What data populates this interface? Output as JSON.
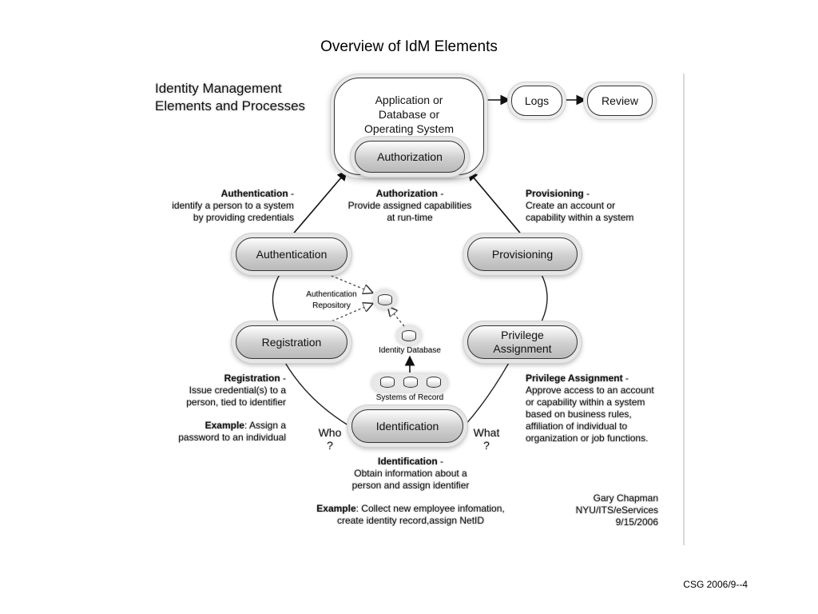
{
  "slide": {
    "title": "Overview of IdM Elements",
    "footer": "CSG 2006/9--4"
  },
  "diagram": {
    "heading_line1": "Identity Management",
    "heading_line2": "Elements and Processes",
    "app_box": {
      "line1": "Application or",
      "line2": "Database or",
      "line3": "Operating System"
    },
    "nodes": {
      "authorization": "Authorization",
      "logs": "Logs",
      "review": "Review",
      "authentication": "Authentication",
      "provisioning": "Provisioning",
      "registration": "Registration",
      "privilege_line1": "Privilege",
      "privilege_line2": "Assignment",
      "identification": "Identification"
    },
    "repository": {
      "auth_repo_line1": "Authentication",
      "auth_repo_line2": "Repository",
      "identity_db": "Identity Database",
      "systems_of_record": "Systems of Record"
    },
    "questions": {
      "who": "Who",
      "who_mark": "?",
      "what": "What",
      "what_mark": "?"
    },
    "descriptions": {
      "authentication": {
        "term": "Authentication",
        "suffix": " -",
        "line2": "identify a person to a system",
        "line3": "by providing credentials"
      },
      "authorization": {
        "term": "Authorization",
        "suffix": " -",
        "line2": "Provide assigned capabilities",
        "line3": "at run-time"
      },
      "provisioning": {
        "term": "Provisioning",
        "suffix": " -",
        "line2": "Create an account or",
        "line3": "capability within a system"
      },
      "registration": {
        "term": "Registration",
        "suffix": " -",
        "line2": "Issue credential(s) to a",
        "line3": "person, tied to identifier",
        "example_term": "Example",
        "example_rest": ": Assign a",
        "example_line2": "password to an individual"
      },
      "privilege": {
        "term": "Privilege Assignment",
        "suffix": " -",
        "line2": "Approve access to an account",
        "line3": "or capability within a system",
        "line4": "based on business rules,",
        "line5": "affiliation of individual to",
        "line6": "organization or job functions."
      },
      "identification": {
        "term": "Identification",
        "suffix": " -",
        "line2": "Obtain information about a",
        "line3": "person and assign identifier",
        "example_term": "Example",
        "example_rest": ": Collect new employee infomation,",
        "example_line2": "create identity record,assign NetID"
      }
    },
    "credit": {
      "name": "Gary Chapman",
      "org": "NYU/ITS/eServices",
      "date": "9/15/2006"
    }
  },
  "icons": [
    "database-icon",
    "arrow-icon",
    "hollow-arrowhead-icon"
  ],
  "colors": {
    "pill_fill": "#cfcfcf",
    "outline": "#333333",
    "halo": "#e6e6e6"
  }
}
